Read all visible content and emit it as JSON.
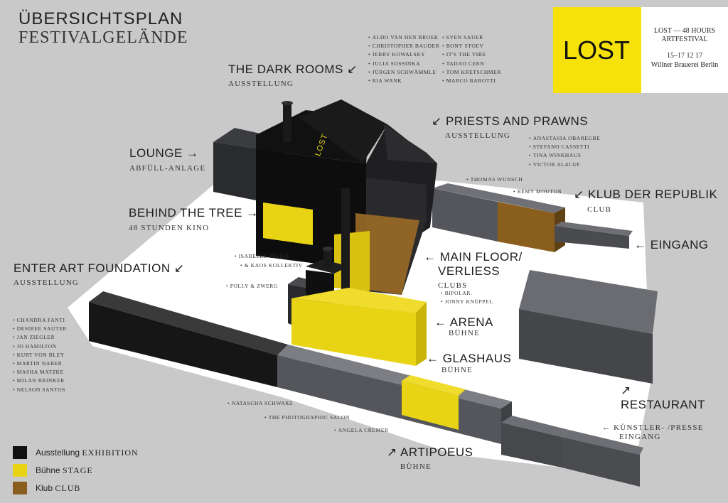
{
  "header": {
    "title": "ÜBERSICHTSPLAN",
    "subtitle": "FESTIVALGELÄNDE"
  },
  "event": {
    "logo": "LOST",
    "line1": "LOST — 48 HOURS",
    "line2": "ARTFESTIVAL",
    "dates": "15–17 12 17",
    "venue": "Willner Brauerei Berlin"
  },
  "colors": {
    "exhibition": "#1c1c1c",
    "stage": "#e8d414",
    "club": "#8a5f1e",
    "accent": "#f6e20a",
    "background": "#c9c9c9"
  },
  "areas": {
    "dark_rooms": {
      "name": "THE DARK ROOMS ↙",
      "type": "AUSSTELLUNG"
    },
    "priests": {
      "name": "↙ PRIESTS AND PRAWNS",
      "type": "AUSSTELLUNG"
    },
    "lounge": {
      "name": "LOUNGE →",
      "type": "ABFÜLL-ANLAGE"
    },
    "behind_tree": {
      "name": "BEHIND THE TREE →",
      "type": "48 STUNDEN KINO"
    },
    "klub": {
      "name": "↙ KLUB DER REPUBLIK",
      "type": "CLUB"
    },
    "eingang": {
      "name": "← EINGANG"
    },
    "enter_art": {
      "name": "ENTER ART FOUNDATION ↙",
      "type": "AUSSTELLUNG"
    },
    "main_floor": {
      "line1": "← MAIN FLOOR/",
      "line2": "VERLIESS",
      "type": "CLUBS"
    },
    "arena": {
      "name": "← ARENA",
      "type": "BÜHNE"
    },
    "glashaus": {
      "name": "← GLASHAUS",
      "type": "BÜHNE"
    },
    "restaurant": {
      "arrow": "↗",
      "name": "RESTAURANT"
    },
    "kuenstler": {
      "line1": "← KÜNSTLER- /PRESSE",
      "line2": "EINGANG"
    },
    "artipoeus": {
      "name": "↗ ARTIPOEUS",
      "type": "BÜHNE"
    }
  },
  "artists": {
    "dark_rooms_col1": [
      "ALDO VAN DEN BROEK",
      "CHRISTOPHER BAUDER",
      "JERRY KOWALSKY",
      "JULIA SOSSINKA",
      "JÜRGEN SCHWÄMMLE",
      "RIA WANK"
    ],
    "dark_rooms_col2": [
      "SVEN SAUER",
      "BONY STOEV",
      "IT'S THE VIBE",
      "TADAO CERN",
      "TOM KRETSCHMER",
      "MARCO BAROTTI"
    ],
    "priests": [
      "ANASTASIA OBAREGBE",
      "STEFANO CASSETTI",
      "TINA WINKHAUS",
      "VICTOR ALALUF"
    ],
    "thomas": "THOMAS WUNSCH",
    "remy": "RÉMY MOUTON",
    "isabelle1": "ISABELLE TELLIÉ",
    "isabelle2": "& KAOS KOLLEKTIV",
    "polly": "POLLY & ZWERG",
    "main_floor": [
      "BIPOLAR.",
      "JONNY KNÜPPEL"
    ],
    "enter_art": [
      "CHANDRA FANTI",
      "DESIREE SAUTER",
      "JAN ZIEGLER",
      "JO HAMILTON",
      "KURT VON BLEY",
      "MARTIN NABER",
      "MASHA MATZKE",
      "MILAN BRINKER",
      "NELSON SANTOS"
    ],
    "natascha": "NATASCHA SCHWARZ",
    "photographic": "THE PHOTOGRAPHIC SALON",
    "angela": "ANGELA CREMER"
  },
  "building_sign": "LOST",
  "legend": [
    {
      "de": "Ausstellung",
      "en": "EXHIBITION",
      "color": "#111111"
    },
    {
      "de": "Bühne",
      "en": "STAGE",
      "color": "#e8d414"
    },
    {
      "de": "Klub",
      "en": "CLUB",
      "color": "#8a5f1e"
    }
  ]
}
